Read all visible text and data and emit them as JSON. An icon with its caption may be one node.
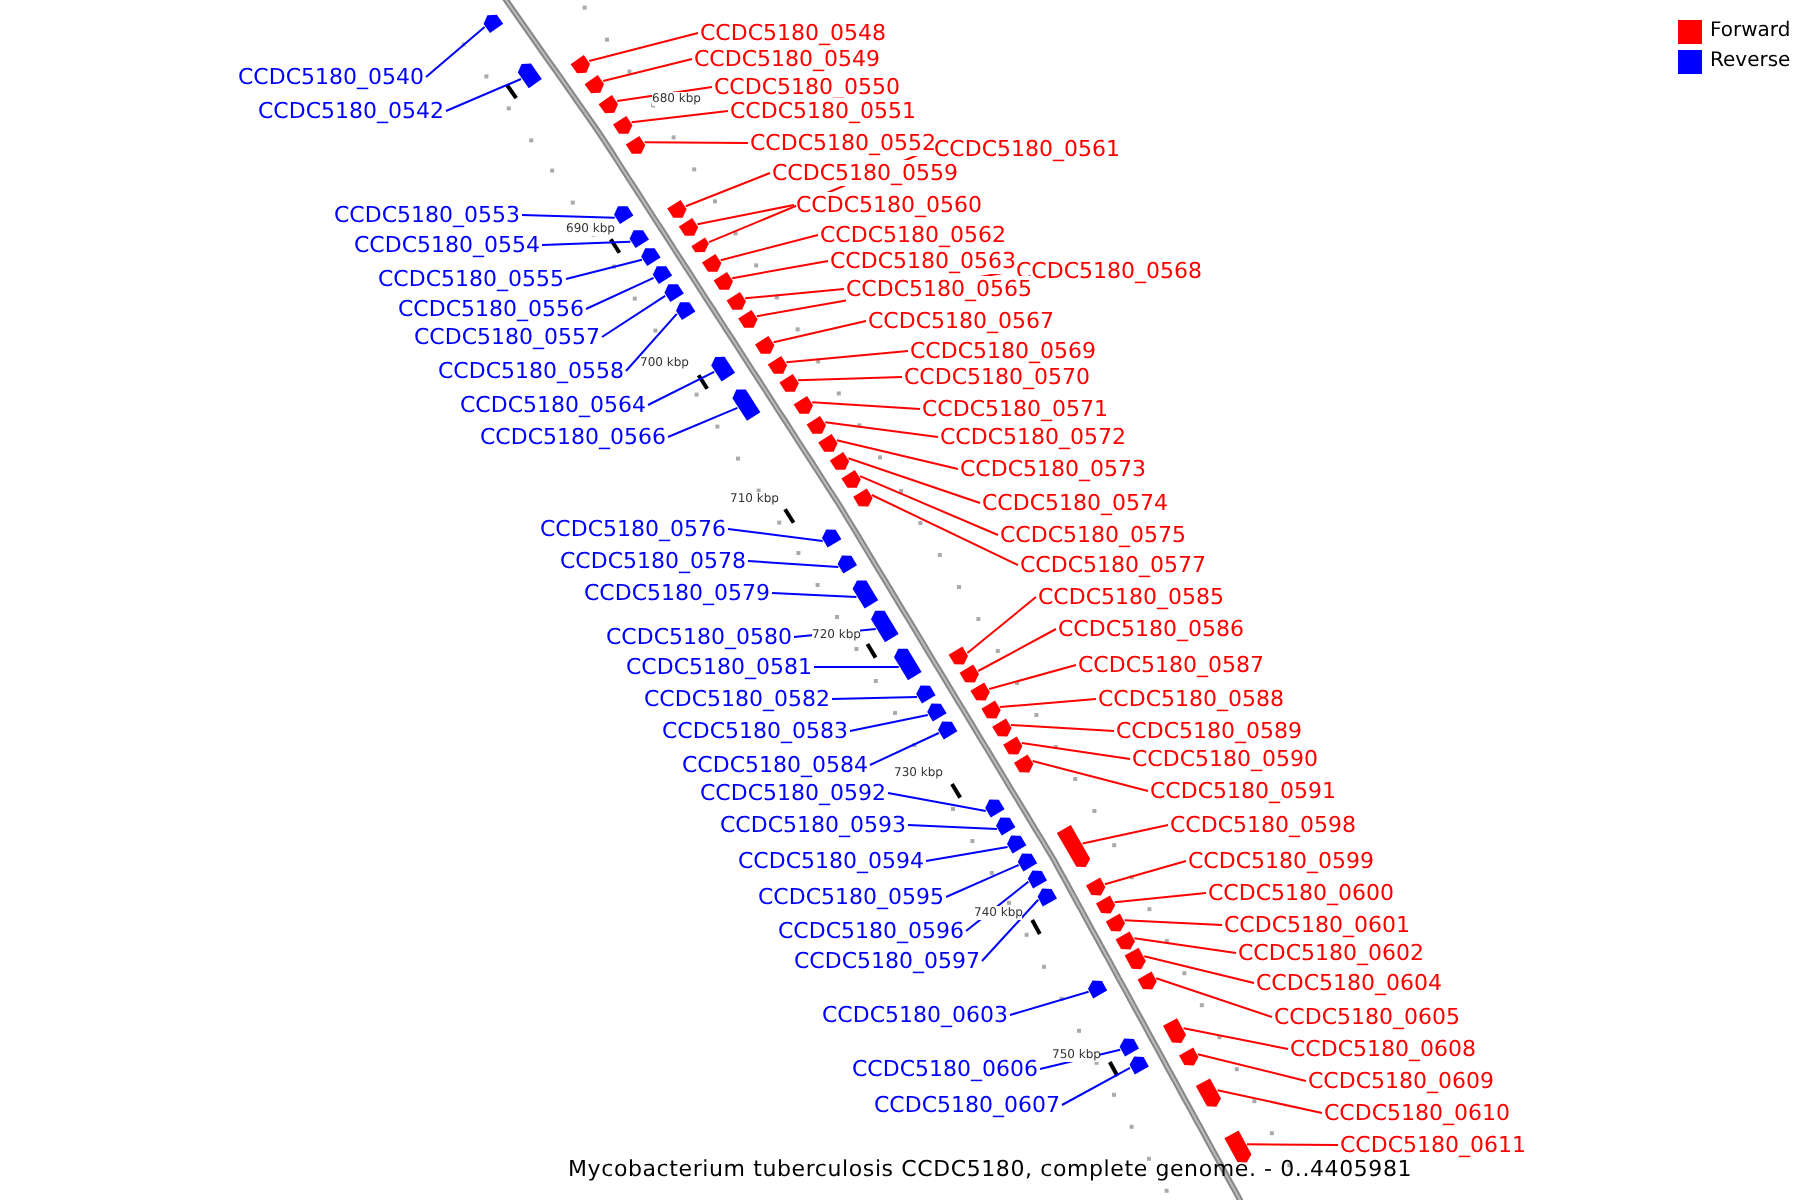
{
  "diagram": {
    "caption": "Mycobacterium tuberculosis CCDC5180, complete genome. - 0..4405981",
    "nodes": [
      {
        "text": [
          "CCDC5180_0548"
        ]
      },
      {
        "text": [
          "CCDC5180_0549"
        ]
      },
      {
        "text": [
          "CCDC5180_0540"
        ]
      },
      {
        "text": [
          "CCDC5180_0550"
        ]
      },
      {
        "text": [
          "CCDC5180_0542"
        ]
      },
      {
        "text": [
          "CCDC5180_0551"
        ]
      },
      {
        "text": [
          "CCDC5180_0552"
        ]
      },
      {
        "text": [
          "CCDC5180_0561"
        ]
      },
      {
        "text": [
          "CCDC5180_0559"
        ]
      },
      {
        "text": [
          "CCDC5180_0560"
        ]
      },
      {
        "text": [
          "CCDC5180_0553"
        ]
      },
      {
        "text": [
          "CCDC5180_0562"
        ]
      },
      {
        "text": [
          "CCDC5180_0554"
        ]
      },
      {
        "text": [
          "CCDC5180_0563"
        ]
      },
      {
        "text": [
          "CCDC5180_0568"
        ]
      },
      {
        "text": [
          "CCDC5180_0555"
        ]
      },
      {
        "text": [
          "CCDC5180_0565"
        ]
      },
      {
        "text": [
          "CCDC5180_0556"
        ]
      },
      {
        "text": [
          "CCDC5180_0567"
        ]
      },
      {
        "text": [
          "CCDC5180_0557"
        ]
      },
      {
        "text": [
          "CCDC5180_0569"
        ]
      },
      {
        "text": [
          "CCDC5180_0558"
        ]
      },
      {
        "text": [
          "CCDC5180_0570"
        ]
      },
      {
        "text": [
          "CCDC5180_0564"
        ]
      },
      {
        "text": [
          "CCDC5180_0571"
        ]
      },
      {
        "text": [
          "CCDC5180_0566"
        ]
      },
      {
        "text": [
          "CCDC5180_0572"
        ]
      },
      {
        "text": [
          "CCDC5180_0573"
        ]
      },
      {
        "text": [
          "CCDC5180_0574"
        ]
      },
      {
        "text": [
          "CCDC5180_0576"
        ]
      },
      {
        "text": [
          "CCDC5180_0575"
        ]
      },
      {
        "text": [
          "CCDC5180_0578"
        ]
      },
      {
        "text": [
          "CCDC5180_0577"
        ]
      },
      {
        "text": [
          "CCDC5180_0579"
        ]
      },
      {
        "text": [
          "CCDC5180_0585"
        ]
      },
      {
        "text": [
          "CCDC5180_0586"
        ]
      },
      {
        "text": [
          "CCDC5180_0580"
        ]
      },
      {
        "text": [
          "CCDC5180_0587"
        ]
      },
      {
        "text": [
          "CCDC5180_0581"
        ]
      },
      {
        "text": [
          "CCDC5180_0582"
        ]
      },
      {
        "text": [
          "CCDC5180_0588"
        ]
      },
      {
        "text": [
          "CCDC5180_0583"
        ]
      },
      {
        "text": [
          "CCDC5180_0589"
        ]
      },
      {
        "text": [
          "CCDC5180_0590"
        ]
      },
      {
        "text": [
          "CCDC5180_0584"
        ]
      },
      {
        "text": [
          "CCDC5180_0591"
        ]
      },
      {
        "text": [
          "CCDC5180_0592"
        ]
      },
      {
        "text": [
          "CCDC5180_0598"
        ]
      },
      {
        "text": [
          "CCDC5180_0593"
        ]
      },
      {
        "text": [
          "CCDC5180_0594"
        ]
      },
      {
        "text": [
          "CCDC5180_0599"
        ]
      },
      {
        "text": [
          "CCDC5180_0600"
        ]
      },
      {
        "text": [
          "CCDC5180_0595"
        ]
      },
      {
        "text": [
          "CCDC5180_0601"
        ]
      },
      {
        "text": [
          "CCDC5180_0596"
        ]
      },
      {
        "text": [
          "CCDC5180_0602"
        ]
      },
      {
        "text": [
          "CCDC5180_0597"
        ]
      },
      {
        "text": [
          "CCDC5180_0604"
        ]
      },
      {
        "text": [
          "CCDC5180_0603"
        ]
      },
      {
        "text": [
          "CCDC5180_0605"
        ]
      },
      {
        "text": [
          "CCDC5180_0608"
        ]
      },
      {
        "text": [
          "CCDC5180_0606"
        ]
      },
      {
        "text": [
          "CCDC5180_0609"
        ]
      },
      {
        "text": [
          "CCDC5180_0607"
        ]
      },
      {
        "text": [
          "CCDC5180_0610"
        ]
      },
      {
        "text": [
          "CCDC5180_0611"
        ]
      },
      {
        "text": [],
        "shape": "bar"
      },
      {
        "text": [],
        "shape": "bar"
      },
      {
        "text": [],
        "shape": "bar"
      },
      {
        "text": [],
        "shape": "bar"
      },
      {
        "text": [],
        "shape": "bar"
      },
      {
        "text": [],
        "shape": "bar"
      },
      {
        "text": [],
        "shape": "bar"
      },
      {
        "text": [],
        "shape": "bar"
      },
      {
        "text": [],
        "shape": "bar"
      },
      {
        "text": [],
        "shape": "bar"
      },
      {
        "text": [],
        "shape": "bar"
      },
      {
        "text": [],
        "shape": "bar"
      },
      {
        "text": [],
        "shape": "bar"
      },
      {
        "text": [],
        "shape": "bar"
      },
      {
        "text": [],
        "shape": "bar"
      },
      {
        "text": [],
        "shape": "bar"
      },
      {
        "text": [],
        "shape": "bar"
      },
      {
        "text": [],
        "shape": "bar"
      },
      {
        "text": [],
        "shape": "bar"
      },
      {
        "text": [],
        "shape": "bar"
      },
      {
        "text": [],
        "shape": "bar"
      },
      {
        "text": [],
        "shape": "bar"
      },
      {
        "text": [],
        "shape": "bar"
      },
      {
        "text": [],
        "shape": "bar"
      },
      {
        "text": [],
        "shape": "bar"
      },
      {
        "text": [],
        "shape": "bar"
      },
      {
        "text": [],
        "shape": "bar"
      },
      {
        "text": [],
        "shape": "bar"
      },
      {
        "text": [],
        "shape": "bar"
      },
      {
        "text": [],
        "shape": "bar"
      },
      {
        "text": [],
        "shape": "bar"
      },
      {
        "text": [],
        "shape": "bar"
      },
      {
        "text": [],
        "shape": "bar"
      },
      {
        "text": [],
        "shape": "bar"
      },
      {
        "text": [],
        "shape": "bar"
      },
      {
        "text": [],
        "shape": "bar"
      },
      {
        "text": [],
        "shape": "bar"
      },
      {
        "text": [],
        "shape": "bar"
      },
      {
        "text": [],
        "shape": "bar"
      },
      {
        "text": [],
        "shape": "bar"
      },
      {
        "text": [],
        "shape": "bar"
      },
      {
        "text": [],
        "shape": "bar"
      },
      {
        "text": [],
        "shape": "bar"
      },
      {
        "text": [],
        "shape": "bar"
      },
      {
        "text": [],
        "shape": "bar"
      },
      {
        "text": [],
        "shape": "bar"
      },
      {
        "text": [],
        "shape": "bar"
      },
      {
        "text": [],
        "shape": "bar"
      },
      {
        "text": [],
        "shape": "bar"
      },
      {
        "text": [],
        "shape": "bar"
      },
      {
        "text": [],
        "shape": "bar"
      },
      {
        "text": [],
        "shape": "bar"
      },
      {
        "text": [],
        "shape": "bar"
      },
      {
        "text": [],
        "shape": "bar"
      },
      {
        "text": [],
        "shape": "bar"
      },
      {
        "text": [],
        "shape": "bar"
      },
      {
        "text": [],
        "shape": "bar"
      },
      {
        "text": [],
        "shape": "bar"
      },
      {
        "text": [],
        "shape": "bar"
      },
      {
        "text": [],
        "shape": "bar"
      },
      {
        "text": [],
        "shape": "bar"
      },
      {
        "text": [],
        "shape": "bar"
      },
      {
        "text": [],
        "shape": "bar"
      },
      {
        "text": [],
        "shape": "bar"
      },
      {
        "text": [],
        "shape": "bar"
      },
      {
        "text": [],
        "shape": "bar"
      }
    ],
    "edges": [
      {
        "from": 0,
        "to": 66,
        "arrow": "none"
      },
      {
        "from": 1,
        "to": 67,
        "arrow": "none"
      },
      {
        "from": 2,
        "to": 68,
        "arrow": "none",
        "color": "#0000ff"
      },
      {
        "from": 3,
        "to": 69,
        "arrow": "none"
      },
      {
        "from": 4,
        "to": 70,
        "arrow": "none",
        "color": "#0000ff"
      },
      {
        "from": 5,
        "to": 71,
        "arrow": "none"
      },
      {
        "from": 6,
        "to": 72,
        "arrow": "none"
      },
      {
        "from": 7,
        "to": 73,
        "arrow": "none"
      },
      {
        "from": 8,
        "to": 74,
        "arrow": "none"
      },
      {
        "from": 9,
        "to": 75,
        "arrow": "none"
      },
      {
        "from": 10,
        "to": 76,
        "arrow": "none",
        "color": "#0000ff"
      },
      {
        "from": 11,
        "to": 77,
        "arrow": "none"
      },
      {
        "from": 12,
        "to": 78,
        "arrow": "none",
        "color": "#0000ff"
      },
      {
        "from": 13,
        "to": 79,
        "arrow": "none"
      },
      {
        "from": 14,
        "to": 80,
        "arrow": "none"
      },
      {
        "from": 15,
        "to": 81,
        "arrow": "none",
        "color": "#0000ff"
      },
      {
        "from": 16,
        "to": 82,
        "arrow": "none"
      },
      {
        "from": 17,
        "to": 83,
        "arrow": "none",
        "color": "#0000ff"
      },
      {
        "from": 18,
        "to": 84,
        "arrow": "none"
      },
      {
        "from": 19,
        "to": 85,
        "arrow": "none",
        "color": "#0000ff"
      },
      {
        "from": 20,
        "to": 86,
        "arrow": "none"
      },
      {
        "from": 21,
        "to": 87,
        "arrow": "none",
        "color": "#0000ff"
      },
      {
        "from": 22,
        "to": 88,
        "arrow": "none"
      },
      {
        "from": 23,
        "to": 89,
        "arrow": "none",
        "color": "#0000ff"
      },
      {
        "from": 24,
        "to": 90,
        "arrow": "none"
      },
      {
        "from": 25,
        "to": 91,
        "arrow": "none",
        "color": "#0000ff"
      },
      {
        "from": 26,
        "to": 92,
        "arrow": "none"
      },
      {
        "from": 27,
        "to": 93,
        "arrow": "none"
      },
      {
        "from": 28,
        "to": 94,
        "arrow": "none"
      },
      {
        "from": 29,
        "to": 95,
        "arrow": "none",
        "color": "#0000ff"
      },
      {
        "from": 30,
        "to": 96,
        "arrow": "none"
      },
      {
        "from": 31,
        "to": 97,
        "arrow": "none",
        "color": "#0000ff"
      },
      {
        "from": 32,
        "to": 98,
        "arrow": "none"
      },
      {
        "from": 33,
        "to": 99,
        "arrow": "none",
        "color": "#0000ff"
      },
      {
        "from": 34,
        "to": 100,
        "arrow": "none"
      },
      {
        "from": 35,
        "to": 101,
        "arrow": "none"
      },
      {
        "from": 36,
        "to": 102,
        "arrow": "none",
        "color": "#0000ff"
      },
      {
        "from": 37,
        "to": 103,
        "arrow": "none"
      },
      {
        "from": 38,
        "to": 104,
        "arrow": "none",
        "color": "#0000ff"
      },
      {
        "from": 39,
        "to": 105,
        "arrow": "none",
        "color": "#0000ff"
      },
      {
        "from": 40,
        "to": 106,
        "arrow": "none"
      },
      {
        "from": 41,
        "to": 107,
        "arrow": "none",
        "color": "#0000ff"
      },
      {
        "from": 42,
        "to": 108,
        "arrow": "none"
      },
      {
        "from": 43,
        "to": 109,
        "arrow": "none"
      },
      {
        "from": 44,
        "to": 110,
        "arrow": "none",
        "color": "#0000ff"
      },
      {
        "from": 45,
        "to": 111,
        "arrow": "none"
      },
      {
        "from": 46,
        "to": 112,
        "arrow": "none",
        "color": "#0000ff"
      },
      {
        "from": 47,
        "to": 113,
        "arrow": "none"
      },
      {
        "from": 48,
        "to": 114,
        "arrow": "none",
        "color": "#0000ff"
      },
      {
        "from": 49,
        "to": 115,
        "arrow": "none",
        "color": "#0000ff"
      },
      {
        "from": 50,
        "to": 116,
        "arrow": "none"
      },
      {
        "from": 51,
        "to": 117,
        "arrow": "none"
      },
      {
        "from": 52,
        "to": 118,
        "arrow": "none",
        "color": "#0000ff"
      },
      {
        "from": 53,
        "to": 119,
        "arrow": "none"
      },
      {
        "from": 54,
        "to": 120,
        "arrow": "none",
        "color": "#0000ff"
      },
      {
        "from": 55,
        "to": 121,
        "arrow": "none"
      },
      {
        "from": 56,
        "to": 122,
        "arrow": "none",
        "color": "#0000ff"
      },
      {
        "from": 57,
        "to": 123,
        "arrow": "none"
      },
      {
        "from": 58,
        "to": 124,
        "arrow": "none",
        "color": "#0000ff"
      },
      {
        "from": 59,
        "to": 125,
        "arrow": "none"
      },
      {
        "from": 60,
        "to": 126,
        "arrow": "none"
      },
      {
        "from": 61,
        "to": 127,
        "arrow": "none",
        "color": "#0000ff"
      },
      {
        "from": 62,
        "to": 128,
        "arrow": "none"
      },
      {
        "from": 63,
        "to": 129,
        "arrow": "none",
        "color": "#0000ff"
      },
      {
        "from": 64,
        "to": 130,
        "arrow": "none"
      },
      {
        "from": 65,
        "to": 131,
        "arrow": "none"
      }
    ],
    "labels": [
      "680 kbp",
      "690 kbp",
      "700 kbp",
      "710 kbp",
      "720 kbp",
      "730 kbp",
      "740 kbp",
      "750 kbp"
    ],
    "legend": [
      {
        "text": "Forward",
        "color": "#ff0000"
      },
      {
        "text": "Reverse",
        "color": "#0000ff"
      }
    ]
  }
}
